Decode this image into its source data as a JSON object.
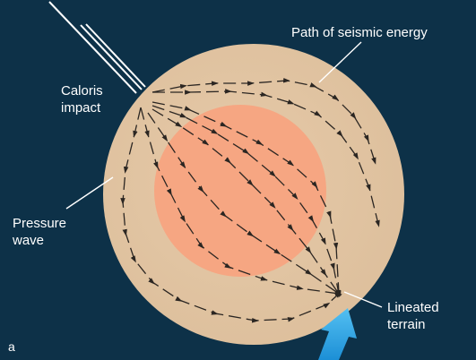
{
  "labels": {
    "caloris_line1": "Caloris",
    "caloris_line2": "impact",
    "path": "Path of seismic energy",
    "pressure_line1": "Pressure",
    "pressure_line2": "wave",
    "lineated_line1": "Lineated",
    "lineated_line2": "terrain",
    "panel": "a"
  },
  "colors": {
    "background": "#0d3148",
    "mantle": "#e2c5a4",
    "core": "#f6a682",
    "wave_path": "#2b2622",
    "arrow_blue": "#2fa3e0",
    "label": "#ffffff"
  }
}
